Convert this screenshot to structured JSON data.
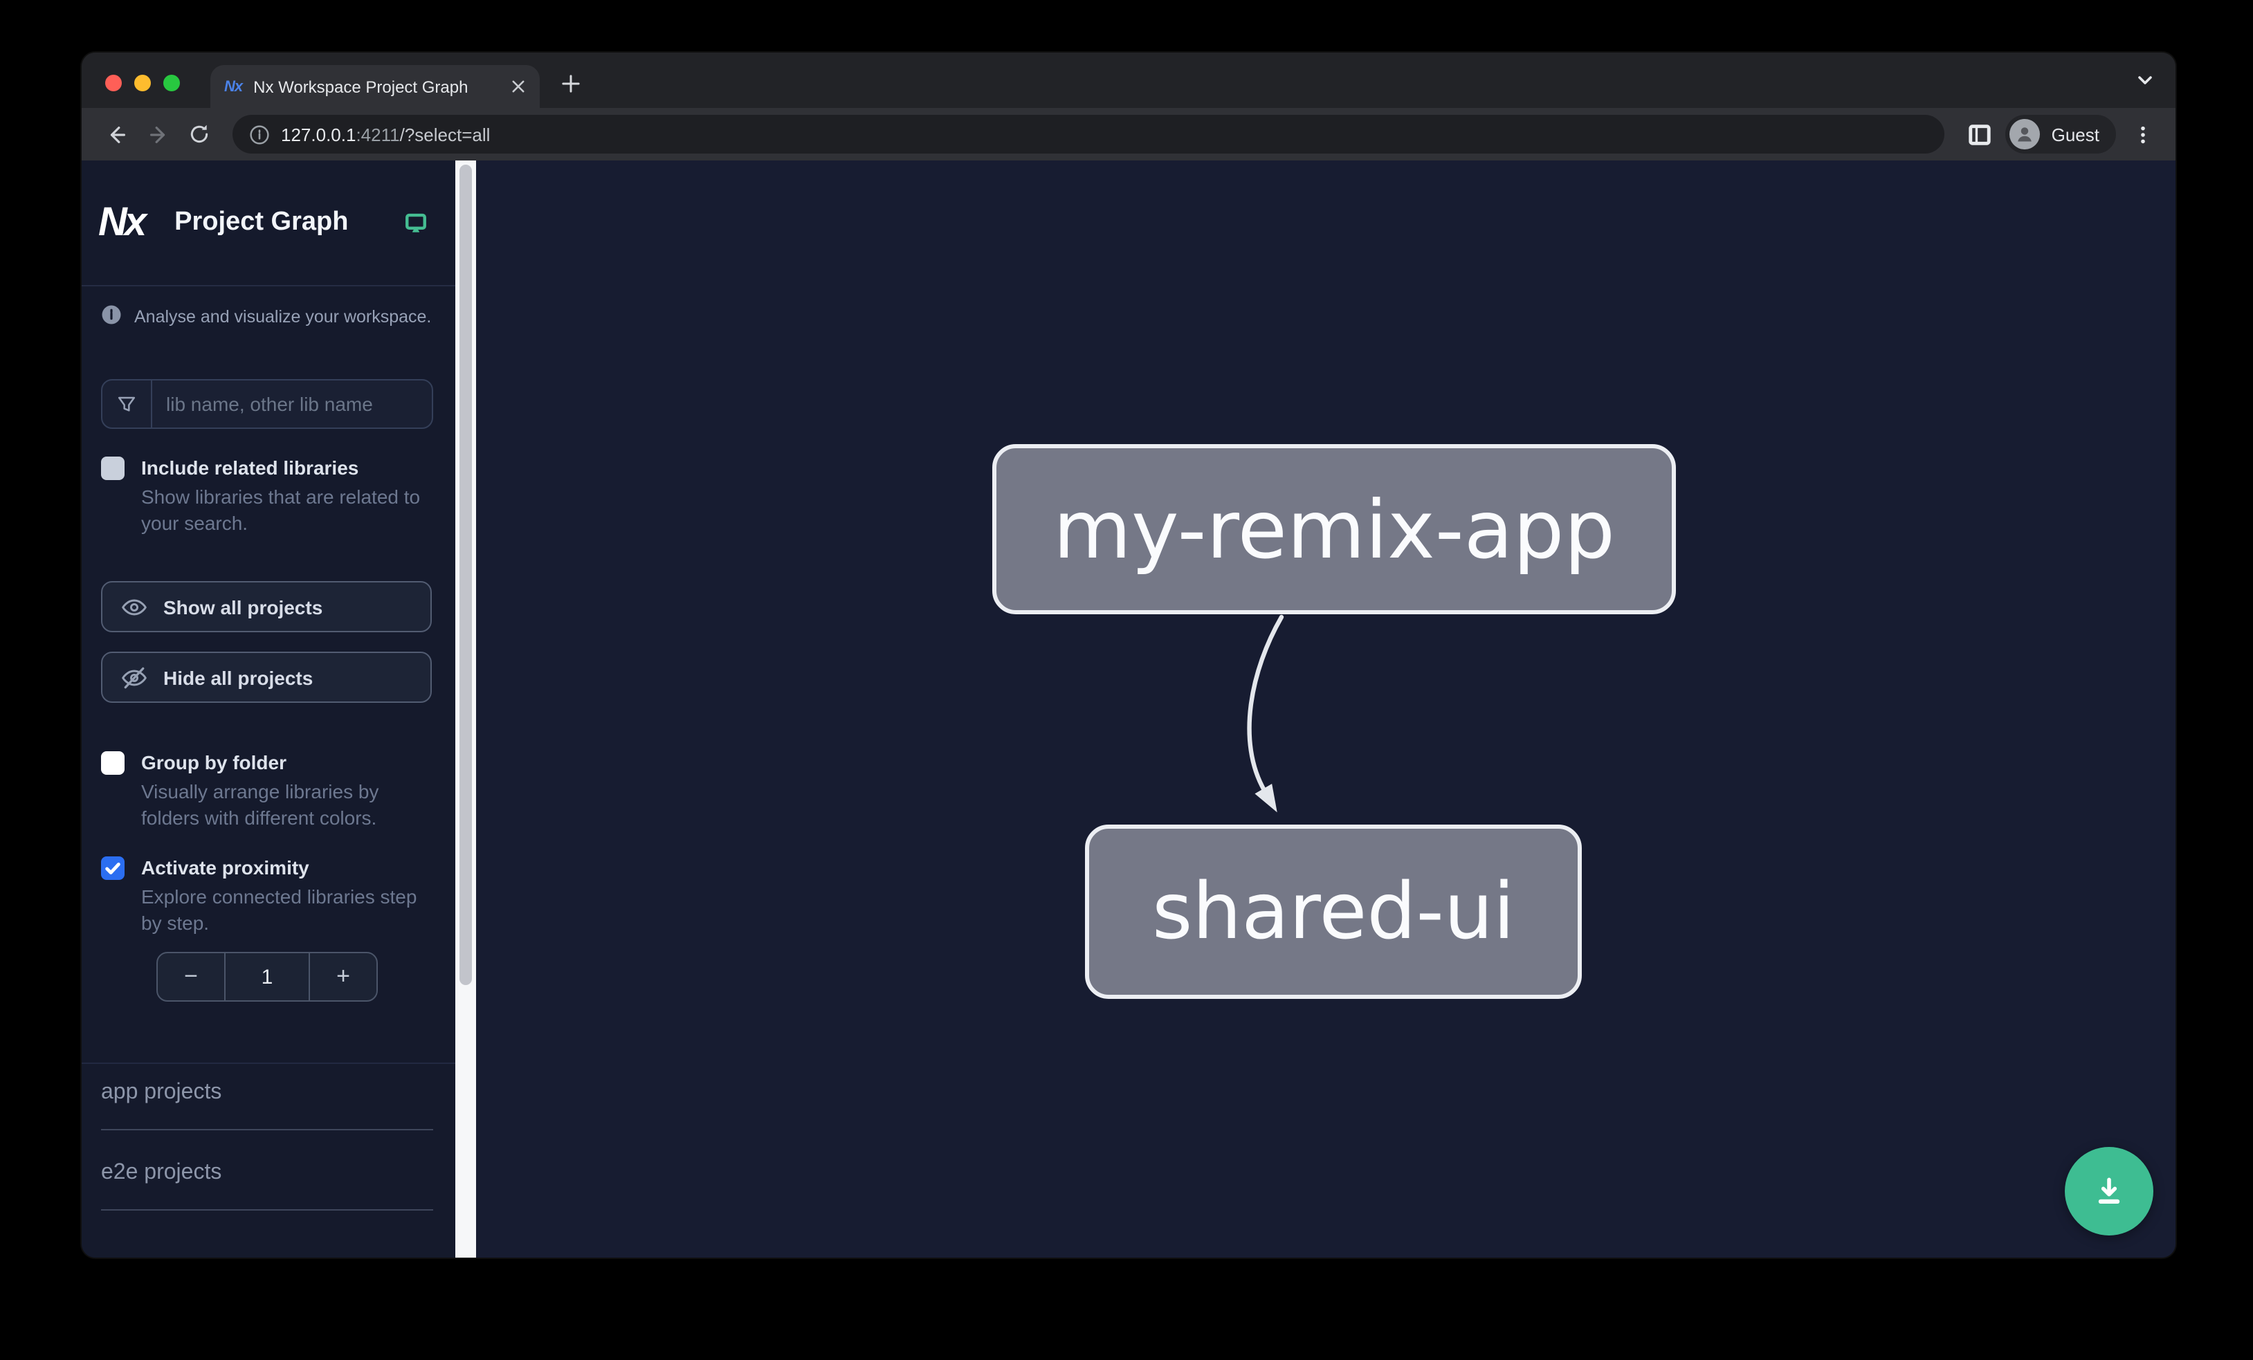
{
  "browser": {
    "tab_title": "Nx Workspace Project Graph",
    "favicon_text": "Nx",
    "url_host": "127.0.0.1",
    "url_port": ":4211",
    "url_path": "/?select=all",
    "profile_label": "Guest"
  },
  "sidebar": {
    "logo_text": "Nx",
    "title": "Project Graph",
    "info_text": "Analyse and visualize your workspace.",
    "search_placeholder": "lib name, other lib name",
    "include_related": {
      "label": "Include related libraries",
      "description": "Show libraries that are related to your search.",
      "checked": false
    },
    "show_all_label": "Show all projects",
    "hide_all_label": "Hide all projects",
    "group_by_folder": {
      "label": "Group by folder",
      "description": "Visually arrange libraries by folders with different colors.",
      "checked": false
    },
    "activate_proximity": {
      "label": "Activate proximity",
      "description": "Explore connected libraries step by step.",
      "checked": true
    },
    "stepper": {
      "decrement": "−",
      "value": "1",
      "increment": "+"
    },
    "sections": [
      {
        "label": "app projects"
      },
      {
        "label": "e2e projects"
      }
    ]
  },
  "graph": {
    "nodes": [
      {
        "label": "my-remix-app"
      },
      {
        "label": "shared-ui"
      }
    ],
    "edges": [
      {
        "source": "my-remix-app",
        "target": "shared-ui"
      }
    ]
  },
  "colors": {
    "accent_green": "#3ebd92",
    "checkbox_blue": "#2b6ef1",
    "node_fill": "#757887",
    "node_border": "#eceef3",
    "canvas_bg": "#171c31",
    "sidebar_bg": "#151a2c"
  }
}
